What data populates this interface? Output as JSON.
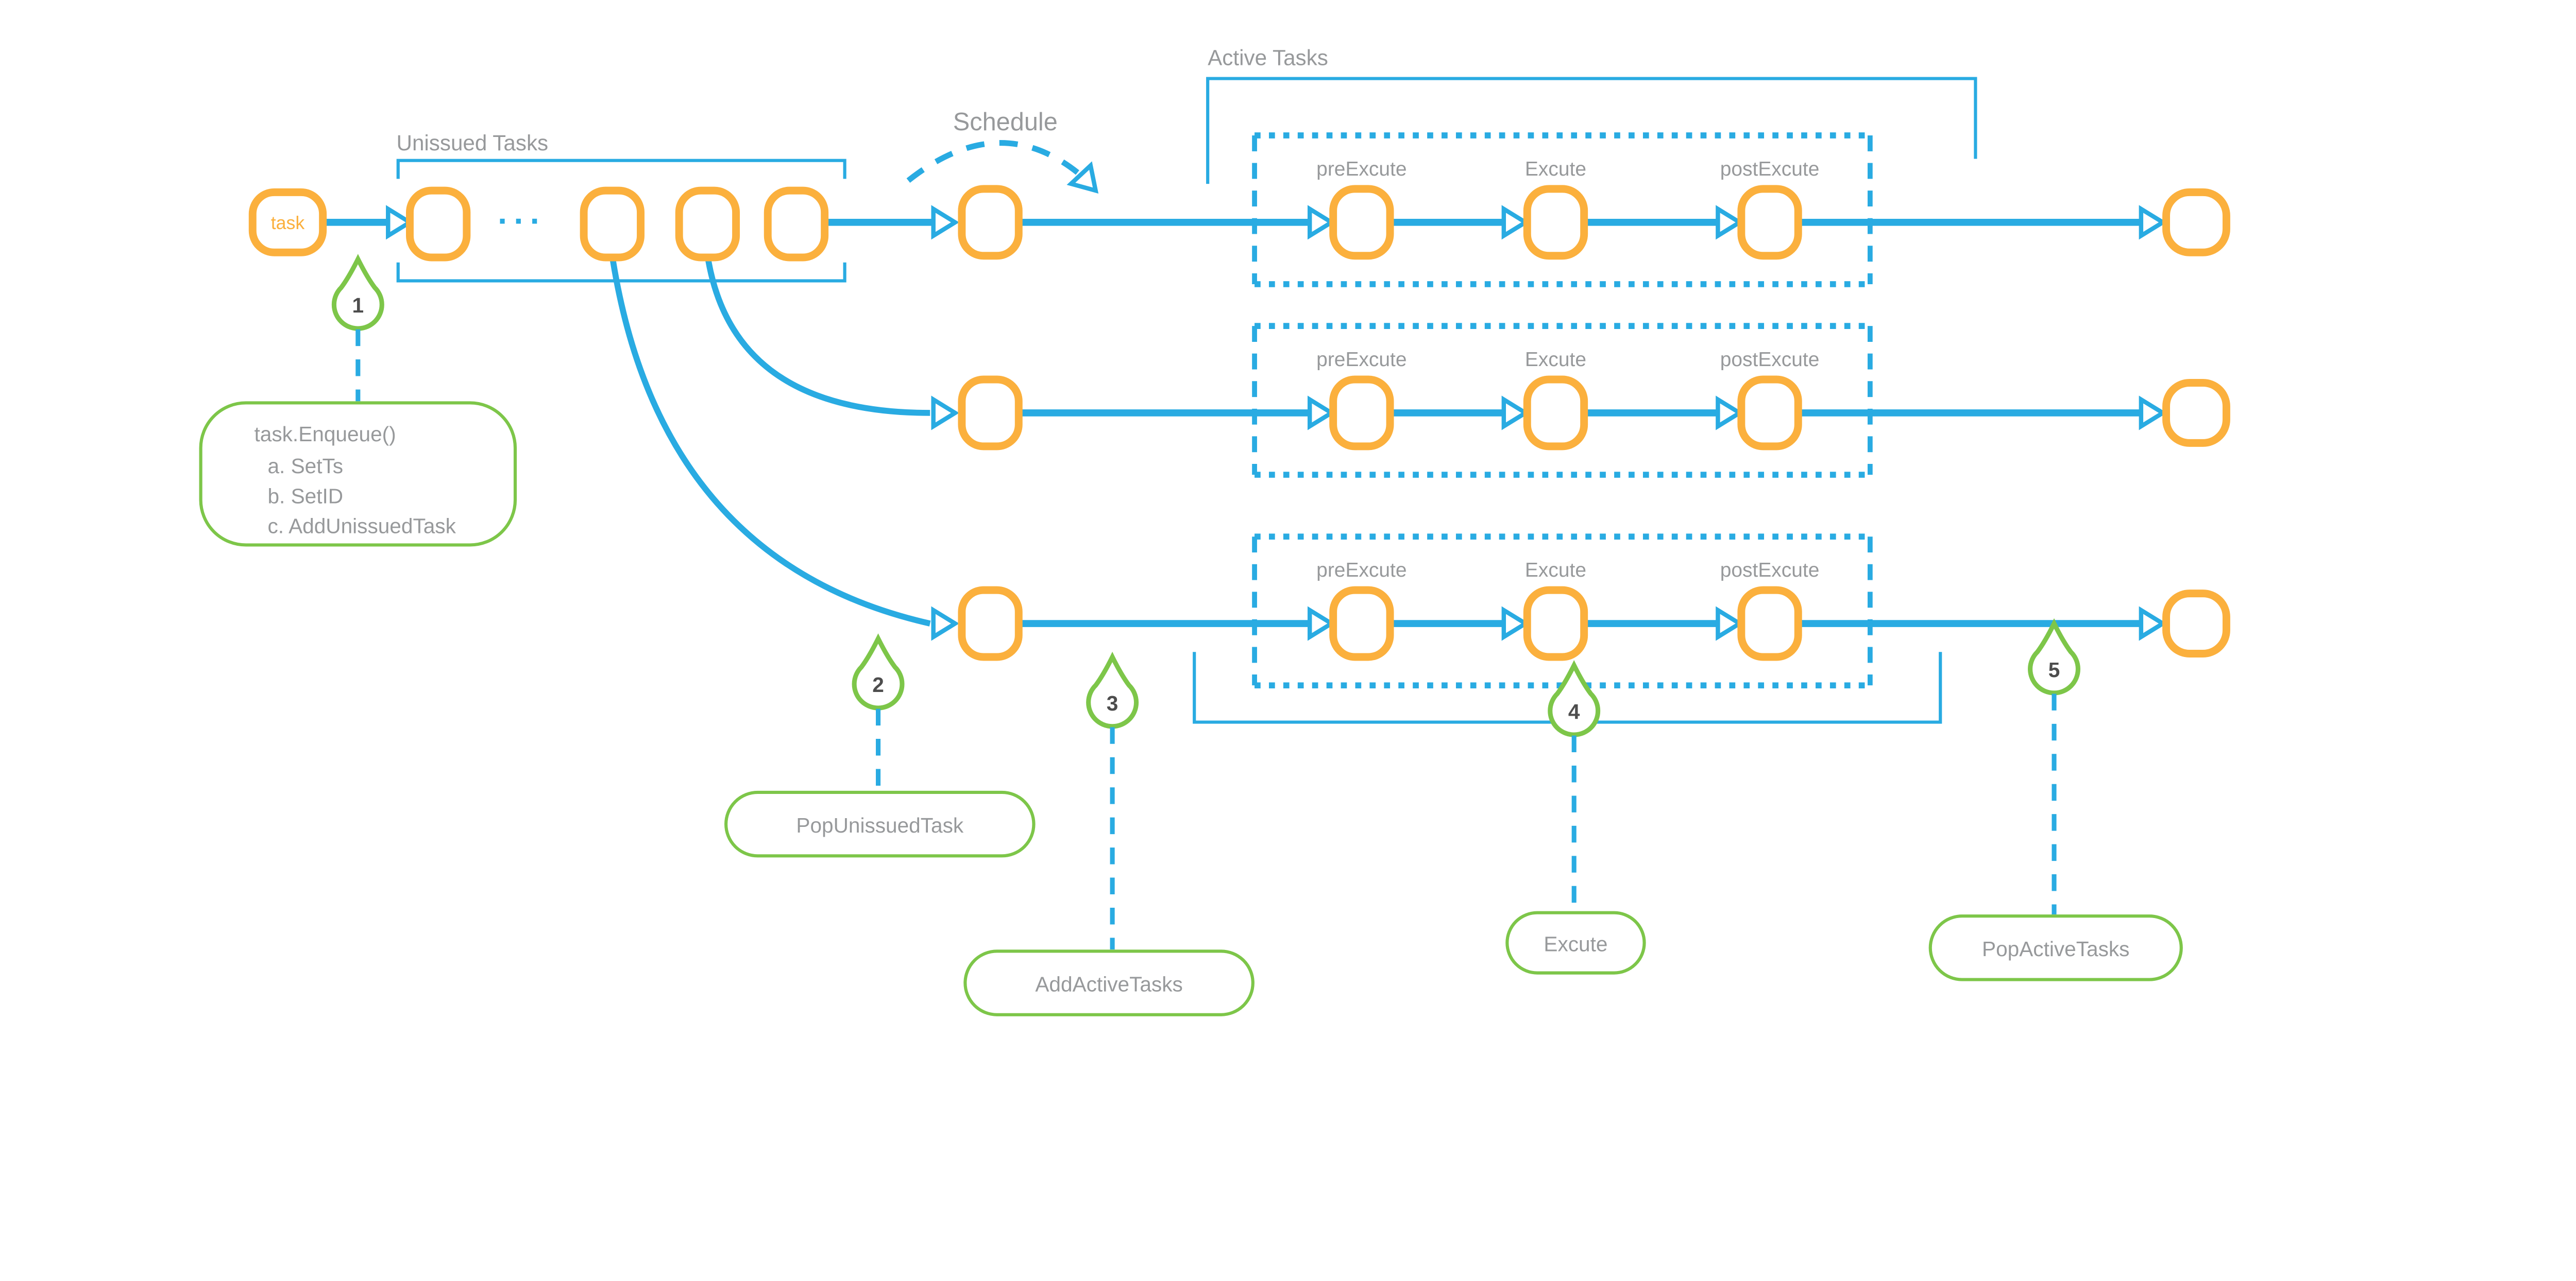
{
  "colors": {
    "blue": "#29ABE2",
    "orange": "#FBB03D",
    "green": "#7DC649",
    "label_gray": "#97999B",
    "number_dark": "#4D4D4D"
  },
  "sections": {
    "unissued_tasks": "Unissued Tasks",
    "schedule": "Schedule",
    "active_tasks": "Active Tasks"
  },
  "task_node": {
    "label": "task"
  },
  "queue": {
    "ellipsis": "···"
  },
  "pipeline": {
    "pre_label": "preExcute",
    "exec_label": "Excute",
    "post_label": "postExcute"
  },
  "markers": [
    {
      "num": "1",
      "title": "task.Enqueue()",
      "items": [
        "a. SetTs",
        "b. SetID",
        "c. AddUnissuedTask"
      ]
    },
    {
      "num": "2",
      "label": "PopUnissuedTask"
    },
    {
      "num": "3",
      "label": "AddActiveTasks"
    },
    {
      "num": "4",
      "label": "Excute"
    },
    {
      "num": "5",
      "label": "PopActiveTasks"
    }
  ]
}
